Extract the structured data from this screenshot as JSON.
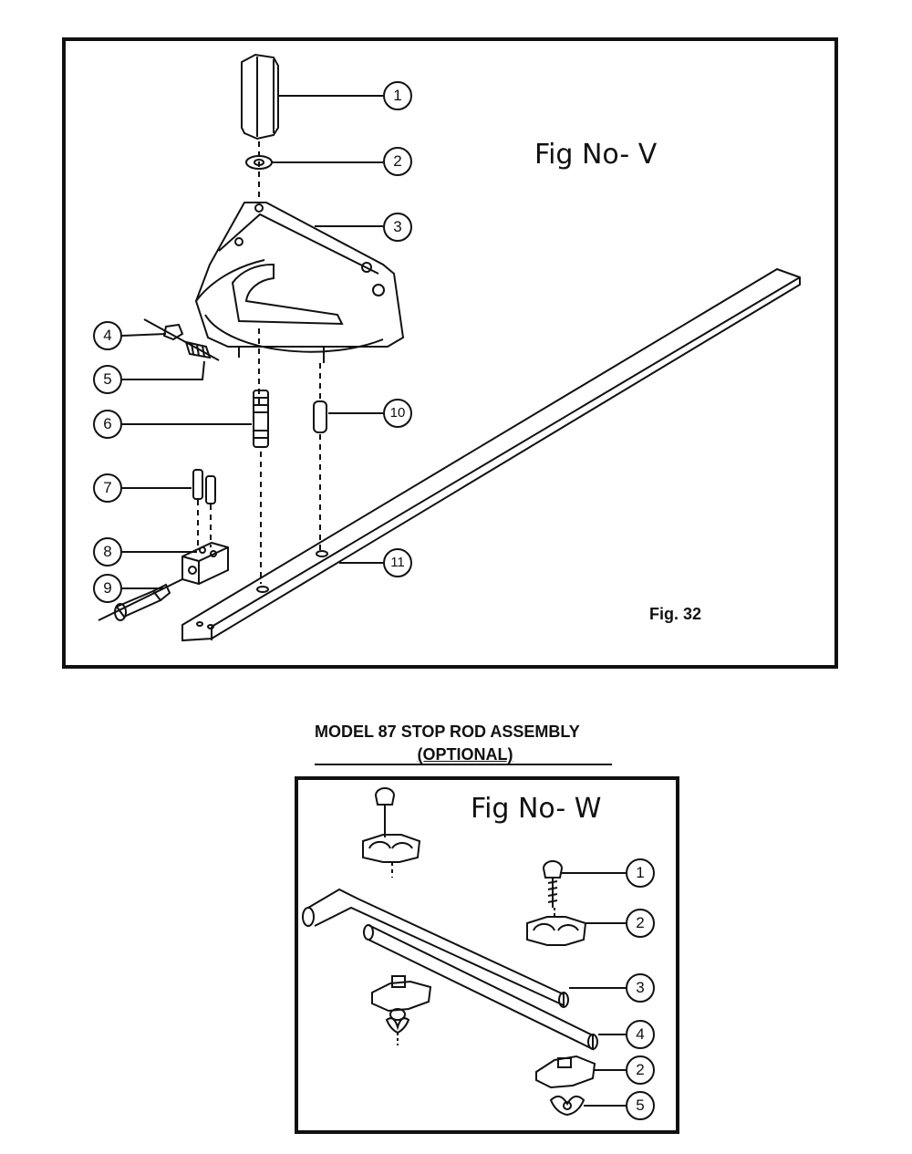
{
  "fig_v": {
    "label": "Fig No- V",
    "figure_ref": "Fig. 32",
    "callouts": [
      "1",
      "2",
      "3",
      "4",
      "5",
      "6",
      "10",
      "7",
      "8",
      "9",
      "11"
    ]
  },
  "assembly_title": {
    "line1": "MODEL 87 STOP ROD ASSEMBLY",
    "line2": "(OPTIONAL)"
  },
  "fig_w": {
    "label": "Fig No- W",
    "callouts": [
      "1",
      "2",
      "3",
      "4",
      "2",
      "5"
    ]
  }
}
